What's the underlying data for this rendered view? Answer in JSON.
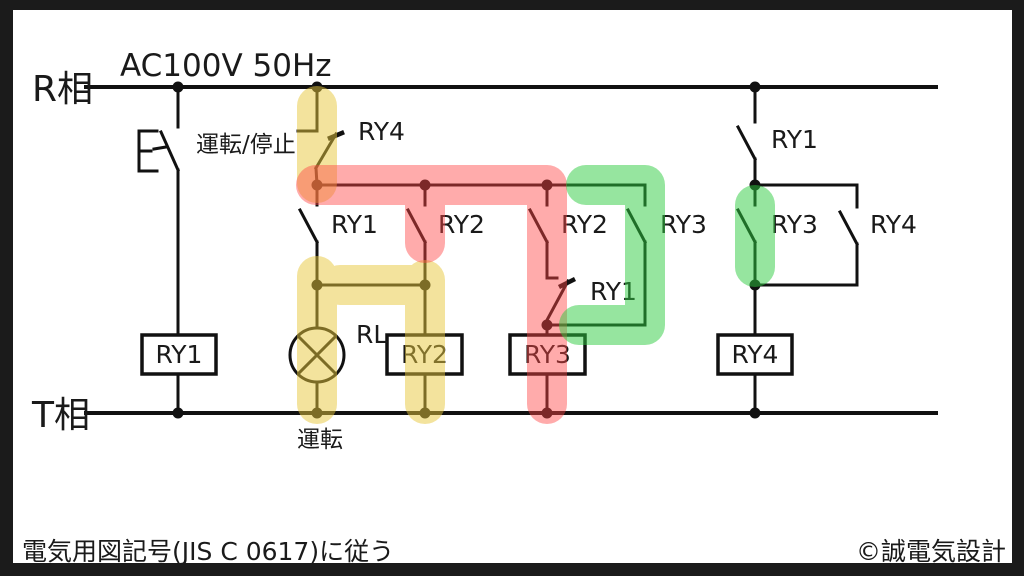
{
  "title": "AC100V 50Hz",
  "rails": {
    "top_label": "R相",
    "bottom_label": "T相"
  },
  "switch": {
    "label": "運転/停止"
  },
  "lamp": {
    "label": "RL",
    "caption": "運転"
  },
  "contacts": {
    "ry4_nc_top": "RY4",
    "ry1_no_col2": "RY1",
    "ry2_no_col3": "RY2",
    "ry2_no_col4": "RY2",
    "ry3_no_col5": "RY3",
    "ry1_nc_mid": "RY1",
    "ry1_no_right": "RY1",
    "ry3_no_right": "RY3",
    "ry4_no_right": "RY4"
  },
  "coils": {
    "coil1": "RY1",
    "coil2": "RY2",
    "coil3": "RY3",
    "coil4": "RY4"
  },
  "footer": {
    "note": "電気用図記号(JIS C 0617)に従う",
    "credit": "©誠電気設計"
  },
  "colors": {
    "highlight_yellow": "#E8C83C",
    "highlight_red": "#FF4444",
    "highlight_green": "#2ECC40",
    "wire": "#111111",
    "frame": "#1b1b1b"
  }
}
